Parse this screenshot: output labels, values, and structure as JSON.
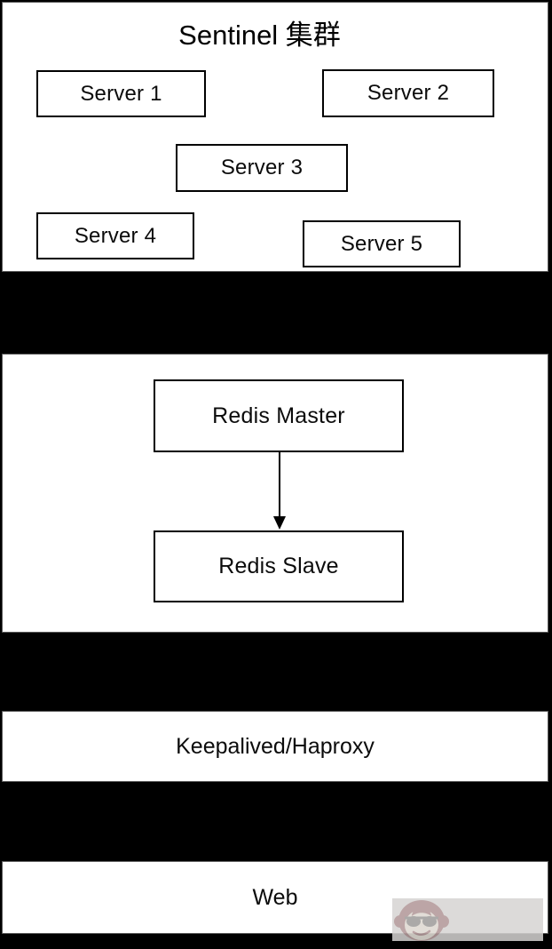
{
  "sentinel": {
    "title": "Sentinel 集群",
    "servers": [
      {
        "label": "Server 1"
      },
      {
        "label": "Server 2"
      },
      {
        "label": "Server 3"
      },
      {
        "label": "Server 4"
      },
      {
        "label": "Server 5"
      }
    ]
  },
  "redis": {
    "master_label": "Redis Master",
    "slave_label": "Redis Slave"
  },
  "load_balancer": {
    "label": "Keepalived/Haproxy"
  },
  "web": {
    "label": "Web"
  },
  "watermark": {
    "icon": "monkey-sunglasses-icon"
  },
  "colors": {
    "background": "#000000",
    "panel": "#ffffff",
    "box_border": "#000000",
    "text": "#0b0b0b",
    "watermark_bg": "#d6d4d2",
    "watermark_monkey": "#6b2025"
  }
}
